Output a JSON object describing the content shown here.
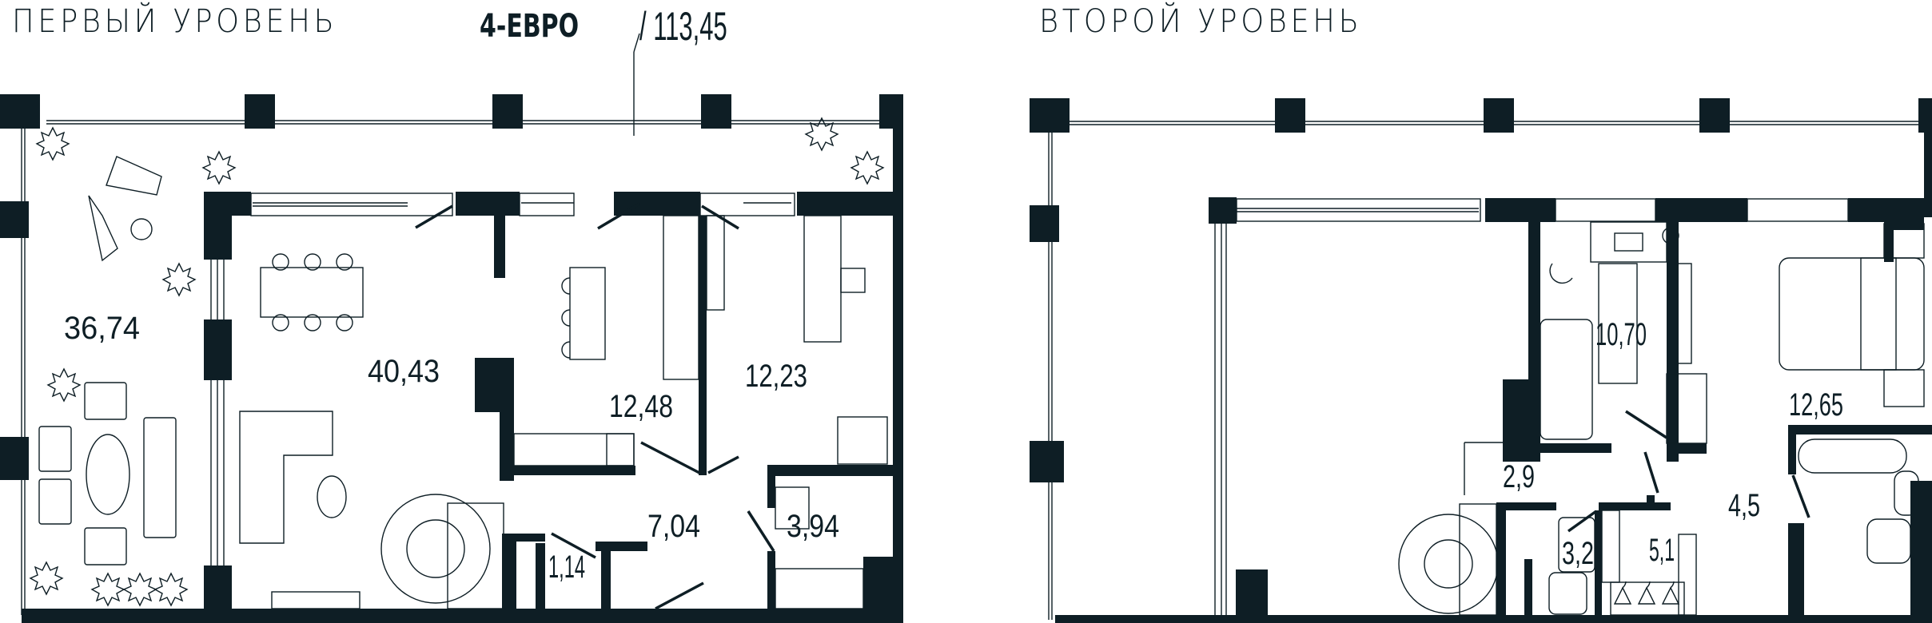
{
  "header": {
    "level1_title": "ПЕРВЫЙ УРОВЕНЬ",
    "apartment_type": "4-ЕВРО",
    "separator": "/",
    "total_area": "113,45",
    "level2_title": "ВТОРОЙ УРОВЕНЬ"
  },
  "colors": {
    "wall": "#0e1e25",
    "background": "#ffffff"
  },
  "level1": {
    "rooms": [
      {
        "id": "terrace",
        "area": "36,74"
      },
      {
        "id": "living",
        "area": "40,43"
      },
      {
        "id": "kitchen",
        "area": "12,48"
      },
      {
        "id": "bedroom",
        "area": "12,23"
      },
      {
        "id": "hall",
        "area": "7,04"
      },
      {
        "id": "bathroom",
        "area": "3,94"
      },
      {
        "id": "wardrobe",
        "area": "1,14"
      }
    ]
  },
  "level2": {
    "rooms": [
      {
        "id": "kids-room",
        "area": "10,70"
      },
      {
        "id": "master-bedroom",
        "area": "12,65"
      },
      {
        "id": "hall",
        "area": "2,9"
      },
      {
        "id": "bathroom-master",
        "area": "4,5"
      },
      {
        "id": "shower-room",
        "area": "3,2"
      },
      {
        "id": "dressing-room",
        "area": "5,1"
      }
    ]
  }
}
